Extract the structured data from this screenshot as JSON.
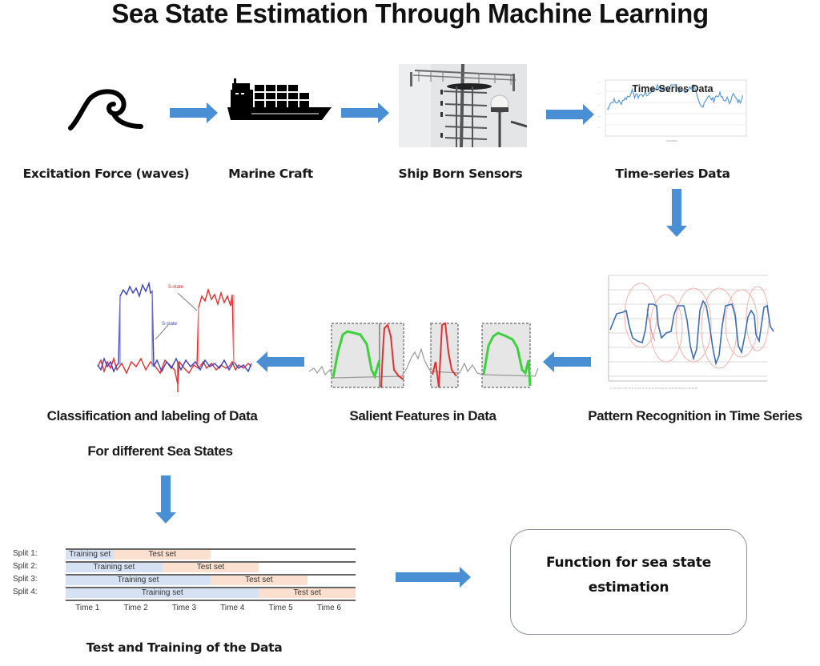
{
  "title": "Sea State Estimation Through Machine Learning",
  "colors": {
    "arrow": "#4a8fd4",
    "training": "#d6e2f3",
    "test": "#fbe0cf",
    "series_blue": "#3b3fc0",
    "series_red": "#e03030",
    "feature_green": "#3ed13e"
  },
  "steps": [
    {
      "id": "excitation",
      "label": "Excitation Force (waves)",
      "icon": "wave-icon"
    },
    {
      "id": "marine-craft",
      "label": "Marine Craft",
      "icon": "ship-icon"
    },
    {
      "id": "sensors",
      "label": "Ship Born Sensors",
      "icon": "sensor-mast-photo"
    },
    {
      "id": "time-series",
      "label": "Time-series Data",
      "icon": "time-series-chart",
      "inset_title": "Time-Series Data"
    },
    {
      "id": "pattern",
      "label": "Pattern Recognition in Time Series",
      "icon": "pattern-chart"
    },
    {
      "id": "salient",
      "label": "Salient Features in Data",
      "icon": "features-chart"
    },
    {
      "id": "classification",
      "label": "Classification and labeling of Data",
      "label2": "For different Sea States",
      "icon": "classification-chart",
      "annotations": [
        "S-state",
        "S-state"
      ]
    },
    {
      "id": "test-training",
      "label": "Test and Training of the Data",
      "icon": "cv-split-table"
    },
    {
      "id": "function",
      "label": "Function for sea state estimation"
    }
  ],
  "cv_split": {
    "rows": [
      {
        "label": "Split 1:",
        "train_end": 1,
        "test_end": 3,
        "train_label": "Training set",
        "test_label": "Test set"
      },
      {
        "label": "Split 2:",
        "train_end": 2,
        "test_end": 4,
        "train_label": "Training set",
        "test_label": "Test set"
      },
      {
        "label": "Split 3:",
        "train_end": 3,
        "test_end": 5,
        "train_label": "Training set",
        "test_label": "Test set"
      },
      {
        "label": "Split 4:",
        "train_end": 4,
        "test_end": 6,
        "train_label": "Training set",
        "test_label": "Test set"
      }
    ],
    "times": [
      "Time 1",
      "Time 2",
      "Time 3",
      "Time 4",
      "Time 5",
      "Time 6"
    ]
  }
}
